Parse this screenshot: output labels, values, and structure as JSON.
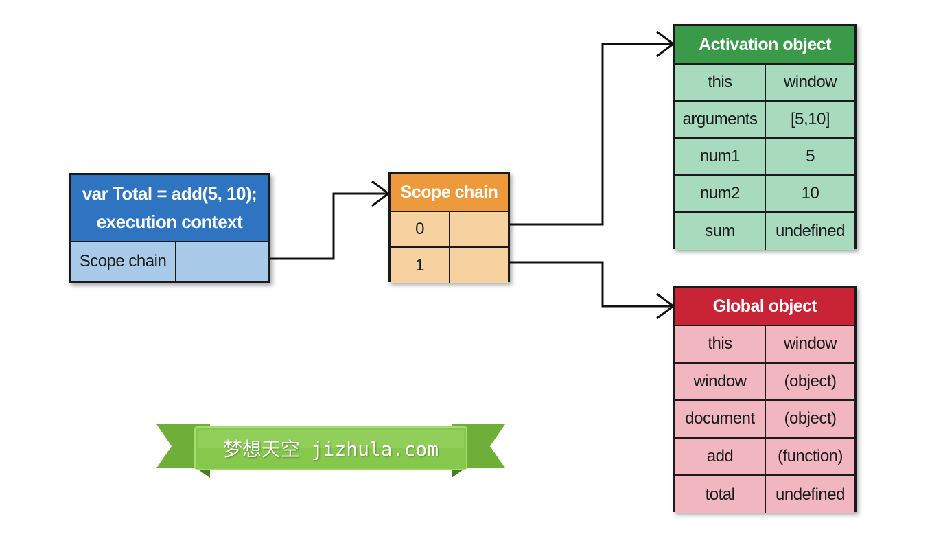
{
  "execution_context": {
    "line1": "var Total = add(5, 10);",
    "line2": "execution context",
    "scope_label": "Scope chain"
  },
  "scope_chain": {
    "title": "Scope chain",
    "rows": [
      "0",
      "1"
    ]
  },
  "activation_object": {
    "title": "Activation object",
    "rows": [
      {
        "key": "this",
        "value": "window"
      },
      {
        "key": "arguments",
        "value": "[5,10]"
      },
      {
        "key": "num1",
        "value": "5"
      },
      {
        "key": "num2",
        "value": "10"
      },
      {
        "key": "sum",
        "value": "undefined"
      }
    ]
  },
  "global_object": {
    "title": "Global object",
    "rows": [
      {
        "key": "this",
        "value": "window"
      },
      {
        "key": "window",
        "value": "(object)"
      },
      {
        "key": "document",
        "value": "(object)"
      },
      {
        "key": "add",
        "value": "(function)"
      },
      {
        "key": "total",
        "value": "undefined"
      }
    ]
  },
  "watermark": {
    "text": "梦想天空 jizhula.com"
  },
  "colors": {
    "exec_header": "#2f74c0",
    "exec_body": "#a9cbe9",
    "scope_header": "#ec9a3b",
    "scope_body": "#f6d2a1",
    "activation_header": "#3a9a4a",
    "activation_body": "#a8dbbd",
    "global_header": "#c92336",
    "global_body": "#f2b6c0",
    "ribbon": "#7ec243"
  }
}
